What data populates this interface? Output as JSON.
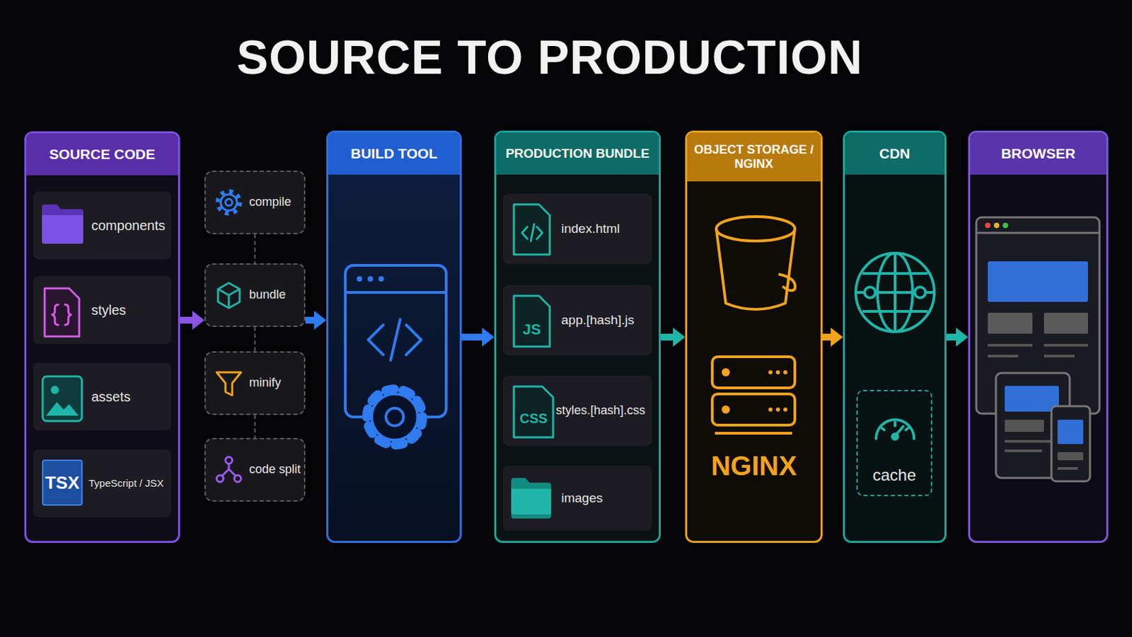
{
  "diagram": {
    "title": "SOURCE TO PRODUCTION",
    "nodes": [
      {
        "text": [
          "SOURCE CODE"
        ]
      },
      {
        "text": [
          "components"
        ],
        "in": 0
      },
      {
        "text": [
          "styles"
        ],
        "in": 0
      },
      {
        "text": [
          "assets"
        ],
        "in": 0
      },
      {
        "text": [
          "TSX",
          "TypeScript / JSX"
        ],
        "in": 0
      },
      {
        "text": [
          "compile"
        ]
      },
      {
        "text": [
          "bundle"
        ]
      },
      {
        "text": [
          "minify"
        ]
      },
      {
        "text": [
          "code split"
        ]
      },
      {
        "text": [
          "BUILD TOOL"
        ]
      },
      {
        "text": [
          "PRODUCTION BUNDLE"
        ]
      },
      {
        "text": [
          "index.html"
        ],
        "in": 10
      },
      {
        "text": [
          "JS",
          "app.[hash].js"
        ],
        "in": 10
      },
      {
        "text": [
          "CSS",
          "styles.[hash].css"
        ],
        "in": 10
      },
      {
        "text": [
          "images"
        ],
        "in": 10
      },
      {
        "text": [
          "OBJECT STORAGE / NGINX",
          "NGINX"
        ]
      },
      {
        "text": [
          "CDN"
        ]
      },
      {
        "text": [
          "cache"
        ],
        "in": 16
      },
      {
        "text": [
          "BROWSER"
        ]
      }
    ],
    "edges": [
      {
        "from": 0,
        "to": 6,
        "arrow": "to"
      },
      {
        "from": 6,
        "to": 9,
        "arrow": "to"
      },
      {
        "from": 9,
        "to": 10,
        "arrow": "to"
      },
      {
        "from": 10,
        "to": 15,
        "arrow": "to"
      },
      {
        "from": 15,
        "to": 16,
        "arrow": "to"
      },
      {
        "from": 16,
        "to": 18,
        "arrow": "to"
      },
      {
        "from": 5,
        "to": 6,
        "arrow": "none"
      },
      {
        "from": 6,
        "to": 7,
        "arrow": "none"
      },
      {
        "from": 7,
        "to": 8,
        "arrow": "none"
      }
    ]
  }
}
